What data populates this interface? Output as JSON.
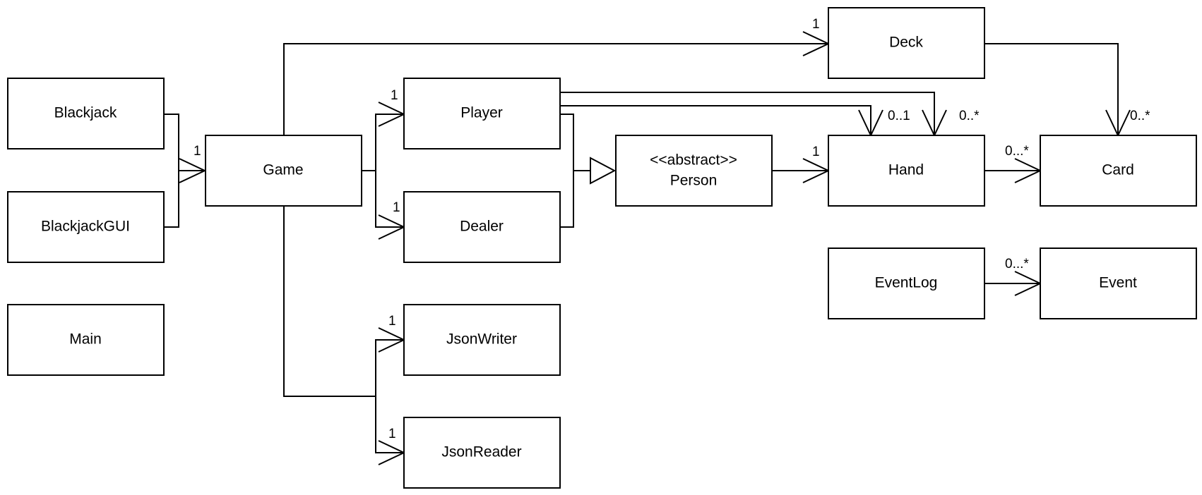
{
  "classes": {
    "blackjack": "Blackjack",
    "blackjack_gui": "BlackjackGUI",
    "main": "Main",
    "game": "Game",
    "player": "Player",
    "dealer": "Dealer",
    "json_writer": "JsonWriter",
    "json_reader": "JsonReader",
    "person_stereotype": "<<abstract>>",
    "person": "Person",
    "deck": "Deck",
    "hand": "Hand",
    "card": "Card",
    "event_log": "EventLog",
    "event": "Event"
  },
  "multiplicities": {
    "blackjack_game": "1",
    "game_deck": "1",
    "game_player": "1",
    "game_dealer": "1",
    "game_json_writer": "1",
    "game_json_reader": "1",
    "person_hand": "1",
    "player_hand_one": "0..1",
    "player_hand_many": "0..*",
    "deck_card": "0..*",
    "hand_card": "0...*",
    "eventlog_event": "0...*"
  }
}
